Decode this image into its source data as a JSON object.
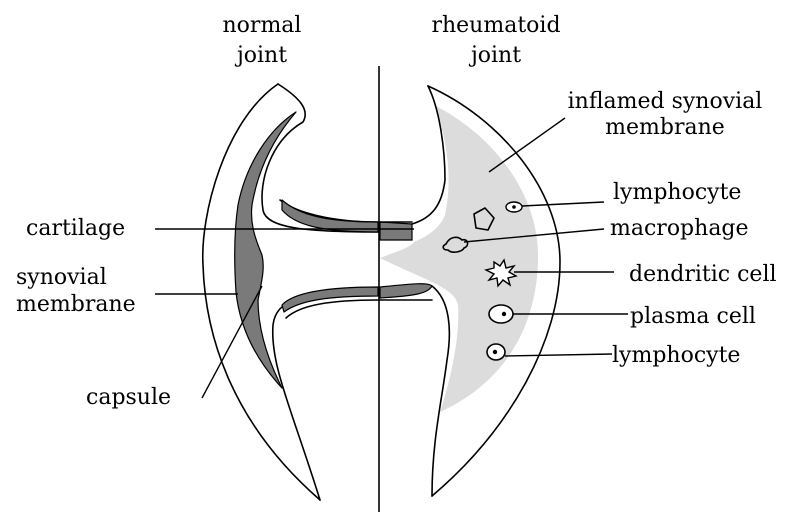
{
  "colors": {
    "tissue_dark": "#7a7a7a",
    "inflamed": "#dcdcdc",
    "line": "#000000",
    "background": "#ffffff"
  },
  "headings": {
    "normal_line1": "normal",
    "normal_line2": "joint",
    "rheumatoid_line1": "rheumatoid",
    "rheumatoid_line2": "joint"
  },
  "labels": {
    "cartilage": "cartilage",
    "synovial_line1": "synovial",
    "synovial_line2": "membrane",
    "capsule": "capsule",
    "inflamed_line1": "inflamed synovial",
    "inflamed_line2": "membrane",
    "lymphocyte_top": "lymphocyte",
    "macrophage": "macrophage",
    "dendritic_cell": "dendritic cell",
    "plasma_cell": "plasma cell",
    "lymphocyte_bottom": "lymphocyte"
  }
}
